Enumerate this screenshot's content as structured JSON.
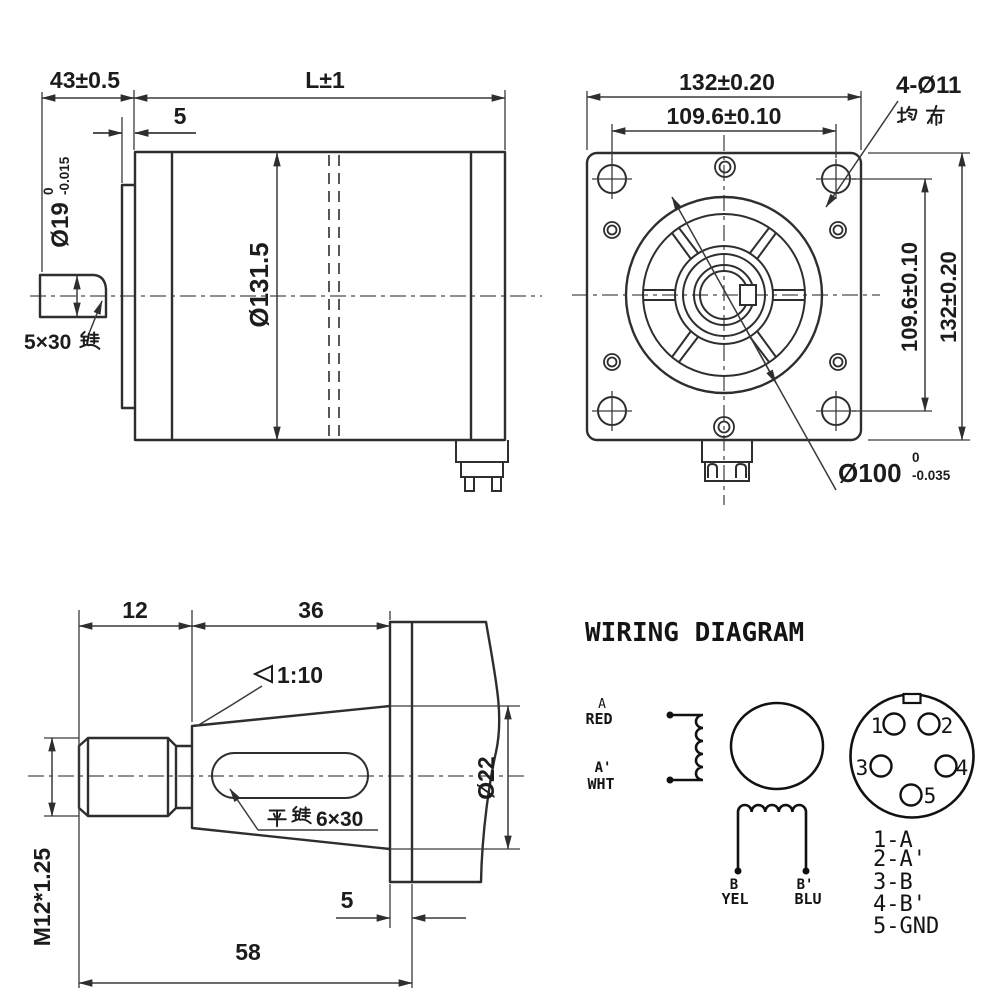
{
  "side_view": {
    "dim_43": "43±0.5",
    "dim_L": "L±1",
    "dim_5": "5",
    "shaft_dia": "Ø19",
    "shaft_tol_hi": "0",
    "shaft_tol_lo": "-0.015",
    "body_dia": "Ø131.5",
    "key_label": "5×30键",
    "key_label_latin": "5×30",
    "key_label_cjk": "键"
  },
  "front_view": {
    "dim_width": "132±0.20",
    "dim_bolt_h": "109.6±0.10",
    "dim_bolt_v": "109.6±0.10",
    "dim_height": "132±0.20",
    "holes_label": "4-Ø11",
    "holes_note": "均布",
    "pilot_dia": "Ø100",
    "pilot_tol_hi": "0",
    "pilot_tol_lo": "-0.035"
  },
  "shaft_view": {
    "dim_12": "12",
    "dim_36": "36",
    "taper": "1:10",
    "dim_dia22": "Ø22",
    "key_label": "平键6×30",
    "key_label_latin": "6×30",
    "key_label_cjk": "平键",
    "thread": "M12*1.25",
    "dim_5": "5",
    "dim_58": "58"
  },
  "wiring": {
    "title": "WIRING DIAGRAM",
    "coil_a_top_phase": "A",
    "coil_a_top_color": "RED",
    "coil_a_bot_phase": "A'",
    "coil_a_bot_color": "WHT",
    "coil_b_left_phase": "B",
    "coil_b_left_color": "YEL",
    "coil_b_right_phase": "B'",
    "coil_b_right_color": "BLU",
    "pins": [
      "1",
      "2",
      "3",
      "4",
      "5"
    ],
    "legend": [
      "1-A",
      "2-A'",
      "3-B",
      "4-B'",
      "5-GND"
    ]
  },
  "colors": {
    "line": "#2e2e2e",
    "background": "#ffffff"
  }
}
